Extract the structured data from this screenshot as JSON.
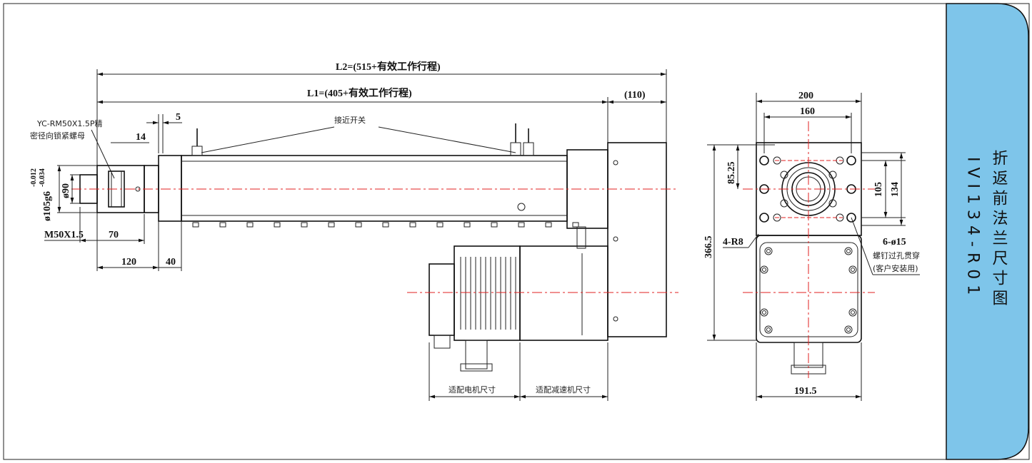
{
  "side_panel": {
    "title": "折返前法兰尺寸图",
    "model": "IVI134-R01",
    "fill_color": "#7ec5ea"
  },
  "labels": {
    "l2": "L2=(515+有效工作行程)",
    "l1": "L1=(405+有效工作行程)",
    "dim_110": "(110)",
    "dim_5": "5",
    "dim_14": "14",
    "nut_note_1": "YC-RM50X1.5P精",
    "nut_note_2": "密径向锁紧螺母",
    "proximity_switch": "接近开关",
    "dia_105": "ø105g6(-0.012/-0.034)",
    "dia_105_main": "ø105g6",
    "tol_upper": "-0.012",
    "tol_lower": "-0.034",
    "dia_90": "ø90",
    "m50": "M50X1.5",
    "dim_70": "70",
    "dim_120": "120",
    "dim_40": "40",
    "motor_size": "适配电机尺寸",
    "reducer_size": "适配减速机尺寸",
    "dim_200": "200",
    "dim_160": "160",
    "dim_85_25": "85.25",
    "dim_105": "105",
    "dim_134": "134",
    "dim_366_5": "366.5",
    "r8": "4-R8",
    "holes": "6-ø15",
    "holes_note_1": "螺钉过孔贯穿",
    "holes_note_2": "(客户安装用)",
    "dim_191_5": "191.5"
  },
  "colors": {
    "centerline": "#e02020",
    "line": "#222222"
  }
}
